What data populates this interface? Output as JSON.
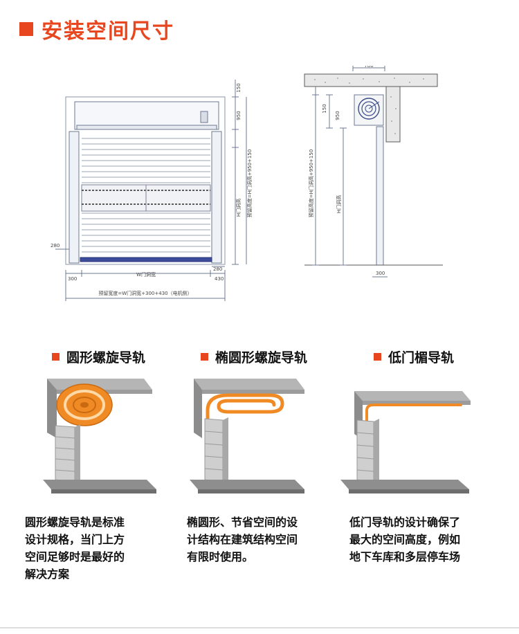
{
  "header": {
    "title": "安装空间尺寸"
  },
  "front_view": {
    "top_dim": "150",
    "mid_dim": "950",
    "side_height_label": "预留高度=H门洞高+950+150",
    "h_label": "H门洞高",
    "left_dim": "280",
    "right_dim": "280",
    "bottom_left_dim": "300",
    "bottom_right_dim": "430",
    "w_label": "W门洞宽",
    "total_width_label": "预留宽度=W门洞宽+300+430（电机侧）"
  },
  "side_view": {
    "top_dim": "780",
    "dim_150": "150",
    "dim_950": "950",
    "height_label": "预留高度=H门洞高+950+150",
    "h_label": "H门洞高",
    "bottom_dim": "300"
  },
  "sections": [
    {
      "title": "圆形螺旋导轨",
      "desc_lines": [
        "圆形螺旋导轨是标准",
        "设计规格，当门上方",
        "空间足够时是最好的",
        "解决方案"
      ]
    },
    {
      "title": "椭圆形螺旋导轨",
      "desc_lines": [
        "椭圆形、节省空间的设",
        "计结构在建筑结构空间",
        "有限时使用。"
      ]
    },
    {
      "title": "低门楣导轨",
      "desc_lines": [
        "低门导轨的设计确保了",
        "最大的空间高度，例如",
        "地下车库和多层停车场"
      ]
    }
  ],
  "colors": {
    "accent": "#e8461e",
    "coil": "#f08a24",
    "grey": "#8c8c8c"
  }
}
